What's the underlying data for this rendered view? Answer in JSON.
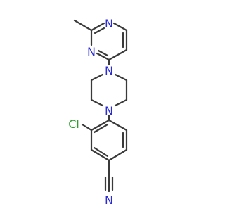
{
  "molecule": {
    "atoms": [
      {
        "id": "n-pyr1",
        "symbol": "N",
        "color": "#2b2bd6"
      },
      {
        "id": "n-pyr3",
        "symbol": "N",
        "color": "#2b2bd6"
      },
      {
        "id": "n-pip1",
        "symbol": "N",
        "color": "#2b2bd6"
      },
      {
        "id": "n-pip4",
        "symbol": "N",
        "color": "#2b2bd6"
      },
      {
        "id": "cl",
        "symbol": "Cl",
        "color": "#2e9e2e"
      },
      {
        "id": "n-nitrile",
        "symbol": "N",
        "color": "#2b2bd6"
      }
    ],
    "bond_color": "#3a3a3a"
  }
}
